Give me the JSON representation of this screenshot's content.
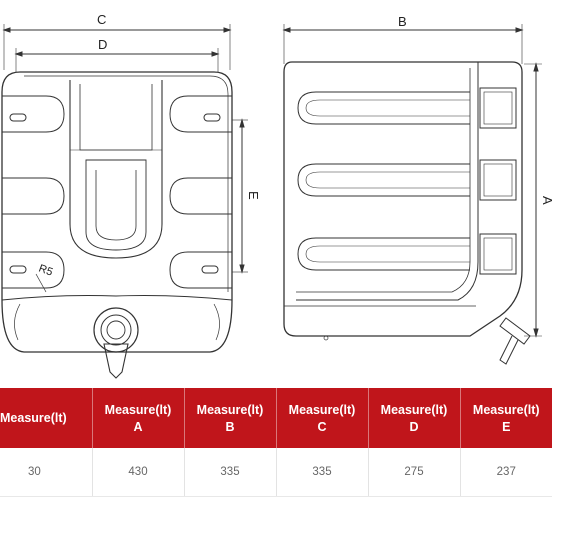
{
  "drawing": {
    "labels": {
      "C": "C",
      "D": "D",
      "B": "B",
      "E": "E",
      "A": "A",
      "R5": "R5"
    }
  },
  "table": {
    "headers": [
      {
        "line1": "Measure(lt)",
        "line2": ""
      },
      {
        "line1": "Measure(lt)",
        "line2": "A"
      },
      {
        "line1": "Measure(lt)",
        "line2": "B"
      },
      {
        "line1": "Measure(lt)",
        "line2": "C"
      },
      {
        "line1": "Measure(lt)",
        "line2": "D"
      },
      {
        "line1": "Measure(lt)",
        "line2": "E"
      }
    ],
    "rows": [
      [
        "30",
        "430",
        "335",
        "335",
        "275",
        "237"
      ]
    ]
  },
  "colors": {
    "header_bg": "#c0151b",
    "header_text": "#ffffff",
    "line": "#333333"
  }
}
